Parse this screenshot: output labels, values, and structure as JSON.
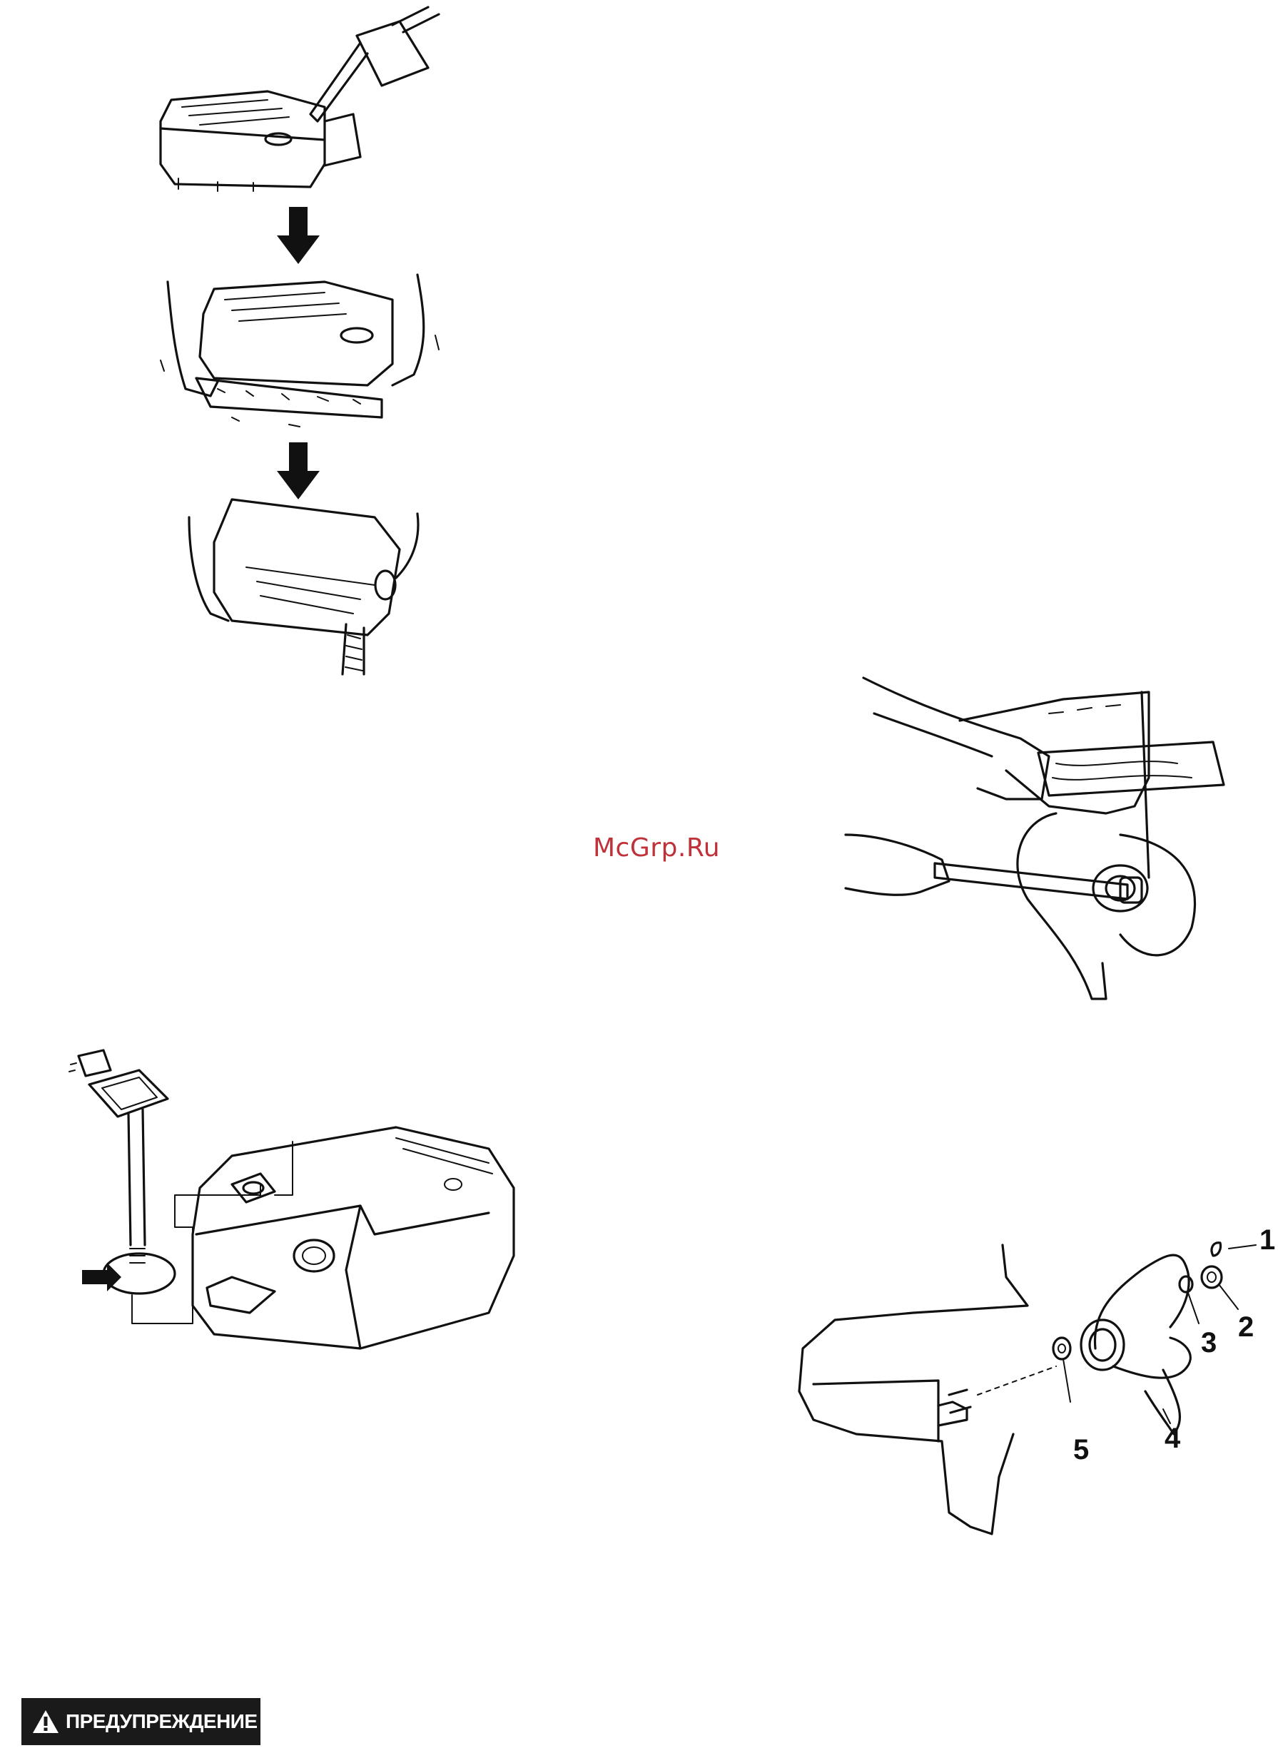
{
  "watermark": "McGrp.Ru",
  "figures": {
    "tank_steps": {
      "icon": "fuel-tank-shaking-steps"
    },
    "fuel_gauge_tank": {
      "icon": "fuel-gauge-removal"
    },
    "propeller_removal": {
      "icon": "propeller-nut-wrench"
    },
    "propeller_exploded": {
      "icon": "propeller-exploded-view",
      "callouts": [
        "1",
        "2",
        "3",
        "4",
        "5"
      ]
    }
  },
  "warning": {
    "label": "ПРЕДУПРЕЖДЕНИЕ",
    "icon": "warning-triangle-icon"
  }
}
